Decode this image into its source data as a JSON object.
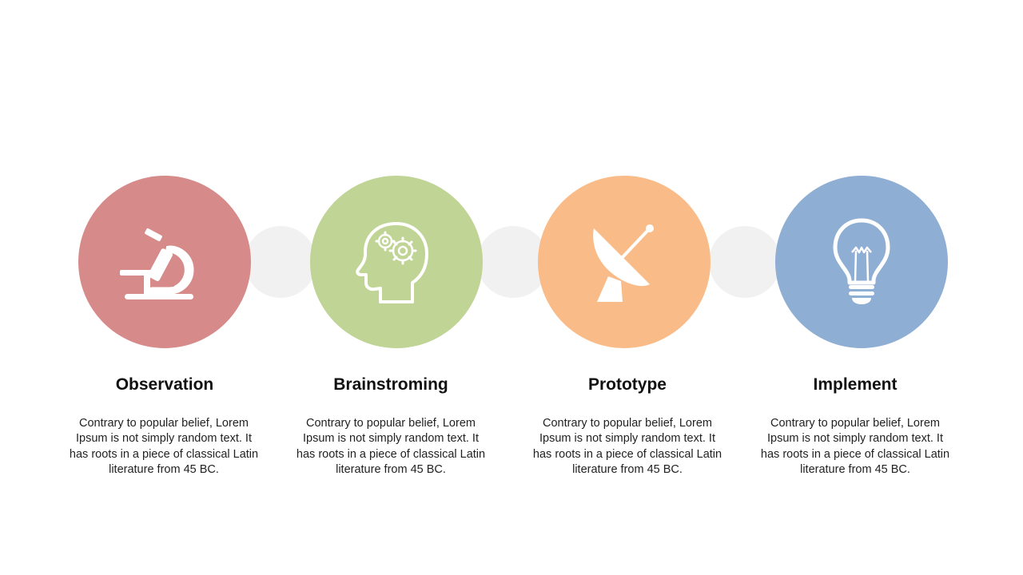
{
  "colors": {
    "observation": "#d68b8a",
    "brainstorming": "#c0d495",
    "prototype": "#f9bc89",
    "implement": "#8eaed4",
    "connector": "#f1f1f1"
  },
  "steps": [
    {
      "title": "Observation",
      "icon": "microscope-icon",
      "description": "Contrary to popular belief, Lorem Ipsum is not simply random text. It has roots in a piece of classical Latin literature from 45 BC."
    },
    {
      "title": "Brainstroming",
      "icon": "head-gears-icon",
      "description": "Contrary to popular belief, Lorem Ipsum is not simply random text. It has roots in a piece of classical Latin literature from 45 BC."
    },
    {
      "title": "Prototype",
      "icon": "satellite-dish-icon",
      "description": "Contrary to popular belief, Lorem Ipsum is not simply random text. It has roots in a piece of classical Latin literature from 45 BC."
    },
    {
      "title": "Implement",
      "icon": "lightbulb-icon",
      "description": "Contrary to popular belief, Lorem Ipsum is not simply random text. It has roots in a piece of classical Latin literature from 45 BC."
    }
  ]
}
